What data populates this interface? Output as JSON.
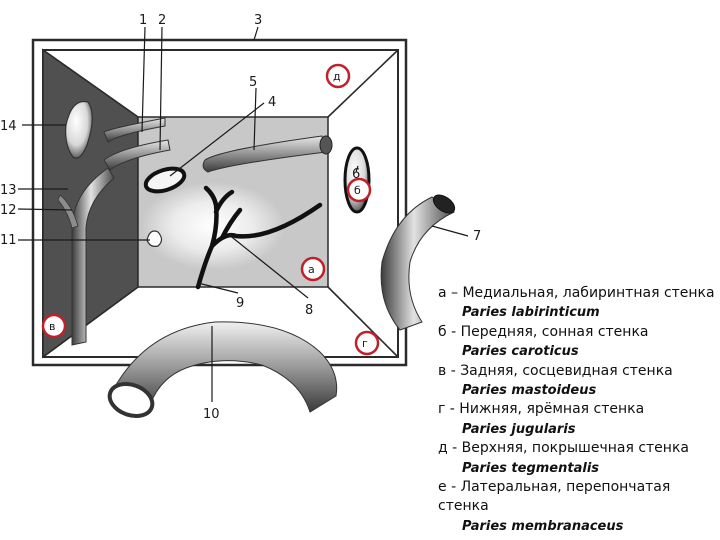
{
  "diagram": {
    "labels": {
      "n1": "1",
      "n2": "2",
      "n3": "3",
      "n4": "4",
      "n5": "5",
      "n6": "6",
      "n7": "7",
      "n8": "8",
      "n9": "9",
      "n10": "10",
      "n11": "11",
      "n12": "12",
      "n13": "13",
      "n14": "14"
    },
    "walls": {
      "a": "а",
      "b": "б",
      "v": "в",
      "g": "г",
      "d": "д"
    },
    "colors": {
      "marker": "#c0202a",
      "frame": "#2b2b2b",
      "dark_wall": "#505050",
      "back_wall": "#c8c8c8"
    }
  },
  "legend": [
    {
      "text": "а – Медиальная, лабиринтная стенка",
      "latin": "Paries labirinticum"
    },
    {
      "text": "б - Передняя, сонная стенка",
      "latin": "Paries caroticus"
    },
    {
      "text": "в - Задняя, сосцевидная стенка",
      "latin": "Paries mastoideus"
    },
    {
      "text": "г - Нижняя, ярёмная стенка",
      "latin": "Paries jugularis"
    },
    {
      "text": "д - Верхняя, покрышечная стенка",
      "latin": "Paries tegmentalis"
    },
    {
      "text": "е  - Латеральная, перепончатая стенка",
      "latin": "Paries membranaceus"
    }
  ]
}
